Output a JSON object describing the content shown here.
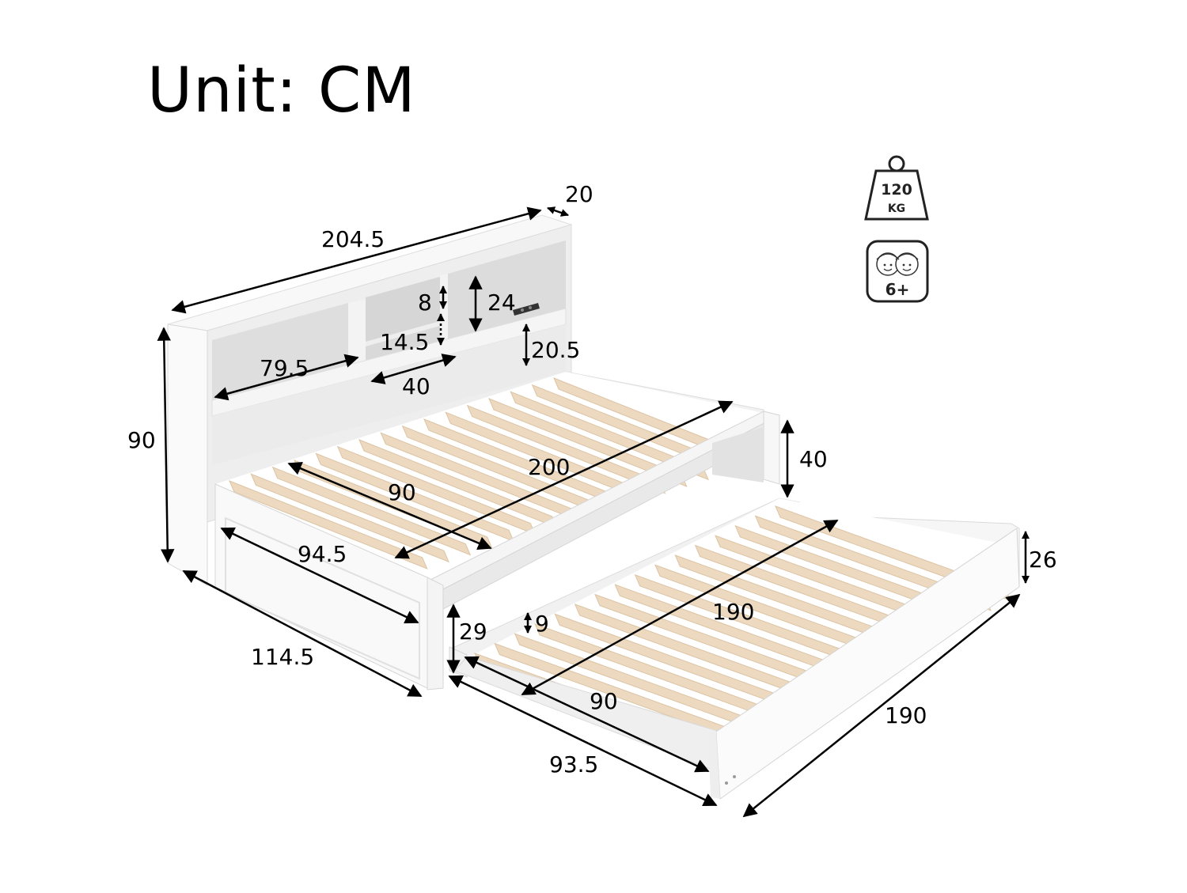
{
  "title": "Unit: CM",
  "colors": {
    "frame_white": "#f6f6f6",
    "frame_shade": "#e6e6e6",
    "frame_dark": "#d4d4d4",
    "slat": "#edd9bf",
    "slat_edge": "#dcc4a4",
    "support": "#b8b8b8",
    "arrow": "#000000"
  },
  "badges": {
    "weight": {
      "value": "120",
      "unit": "KG",
      "icon": "weight-capacity-icon"
    },
    "age": {
      "value": "6+",
      "icon": "children-age-icon"
    }
  },
  "dimensions": {
    "headboard_length": "204.5",
    "headboard_depth": "20",
    "total_height": "90",
    "shelf_top_height": "8",
    "shelf_upper_height": "24",
    "shelf_lower_height": "14.5",
    "shelf_right_height": "20.5",
    "shelf_left_width": "79.5",
    "shelf_mid_width": "40",
    "bed_length": "200",
    "bed_height": "40",
    "bed_inner_width": "90",
    "bed_end_width": "94.5",
    "bed_total_width": "114.5",
    "trundle_height_back": "26",
    "trundle_length_inner": "190",
    "trundle_length_outer": "190",
    "trundle_height_front": "29",
    "trundle_slat_depth": "9",
    "trundle_inner_width": "90",
    "trundle_outer_width": "93.5"
  }
}
